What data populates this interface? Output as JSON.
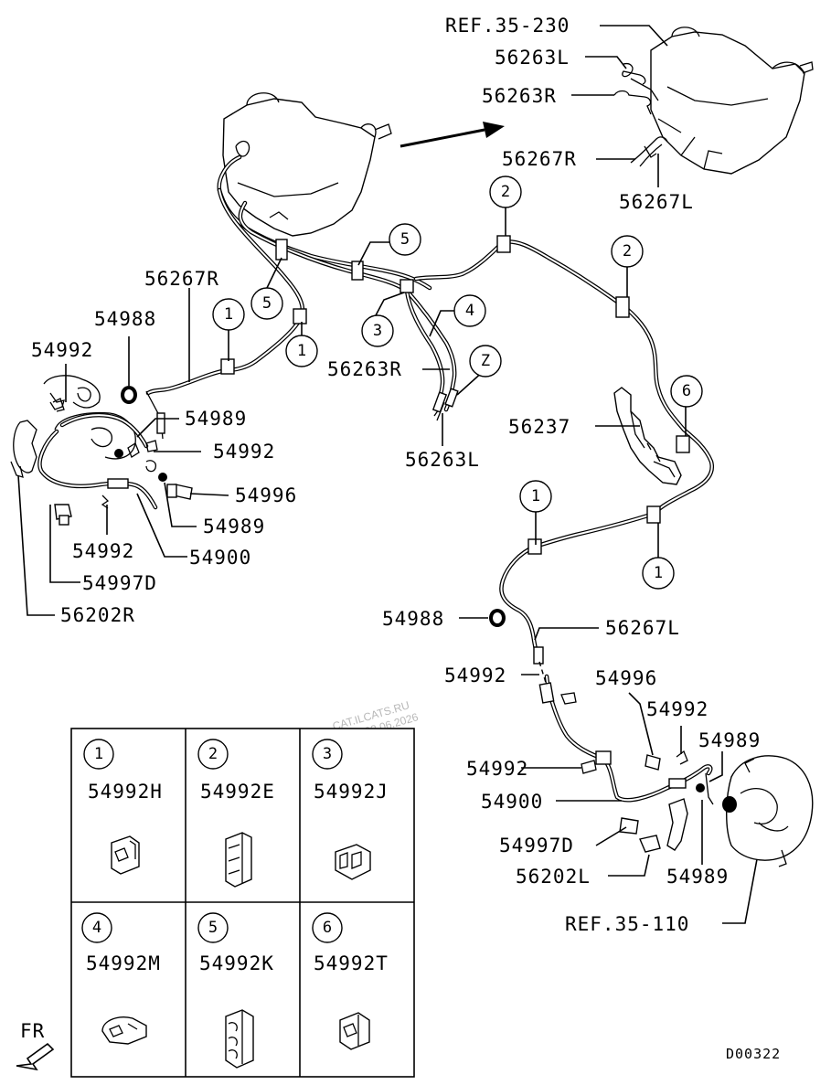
{
  "labels": {
    "ref_35_230": "REF.35-230",
    "p56263L_top": "56263L",
    "p56263R_top": "56263R",
    "p56267R_top": "56267R",
    "p56267L_top": "56267L",
    "p56267R_left": "56267R",
    "p54988_left": "54988",
    "p54992_left1": "54992",
    "p54989_left1": "54989",
    "p54992_left2": "54992",
    "p54996_left": "54996",
    "p54989_left2": "54989",
    "p54992_left3": "54992",
    "p54900_left": "54900",
    "p54997D_left": "54997D",
    "p56202R": "56202R",
    "p56263R_mid": "56263R",
    "p56263L_mid": "56263L",
    "p56237": "56237",
    "p54988_right": "54988",
    "p56267L_right": "56267L",
    "p54992_right1": "54992",
    "p54996_right": "54996",
    "p54992_right2": "54992",
    "p54989_right1": "54989",
    "p54992_right3": "54992",
    "p54900_right": "54900",
    "p54997D_right": "54997D",
    "p56202L": "56202L",
    "p54989_right2": "54989",
    "ref_35_110": "REF.35-110",
    "fr": "FR",
    "diagram_code": "D00322"
  },
  "callouts": [
    "1",
    "2",
    "3",
    "4",
    "5",
    "6",
    "Z"
  ],
  "watermark": {
    "line1": "CAT.ILCATS.RU",
    "line2": "20:11 03.06.2026"
  },
  "legend": [
    {
      "num": "1",
      "part": "54992H",
      "icon": "clip-h-icon"
    },
    {
      "num": "2",
      "part": "54992E",
      "icon": "clip-e-icon"
    },
    {
      "num": "3",
      "part": "54992J",
      "icon": "clip-j-icon"
    },
    {
      "num": "4",
      "part": "54992M",
      "icon": "clip-m-icon"
    },
    {
      "num": "5",
      "part": "54992K",
      "icon": "clip-k-icon"
    },
    {
      "num": "6",
      "part": "54992T",
      "icon": "clip-t-icon"
    }
  ]
}
